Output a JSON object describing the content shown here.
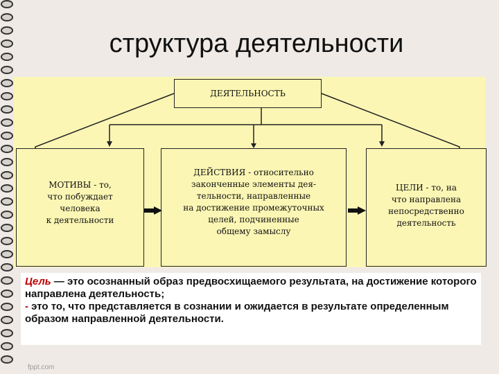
{
  "slide": {
    "title": "структура деятельности",
    "footer": "fppt.com"
  },
  "diagram": {
    "top": "ДЕЯТЕЛЬНОСТЬ",
    "motives": [
      "МОТИВЫ - то,",
      "что побуждает",
      "человека",
      "к деятельности"
    ],
    "actions": [
      "ДЕЙСТВИЯ - относительно",
      "законченные элементы дея-",
      "тельности, направленные",
      "на достижение промежуточных",
      "целей, подчиненные",
      "общему замыслу"
    ],
    "goals": [
      "ЦЕЛИ - то, на",
      "что направлена",
      "непосредственно",
      "деятельность"
    ]
  },
  "definition": {
    "term": "Цель",
    "part1": " — это осознанный образ предвосхищаемого результата, на достижение которого направлена деятельность;",
    "dash": "-",
    "part2": " это то, что представляется в сознании и ожидается в результате определенным образом направленной деятельности."
  },
  "colors": {
    "panel": "#fbf6b4",
    "accent": "#c00000",
    "background": "#efeae6"
  }
}
